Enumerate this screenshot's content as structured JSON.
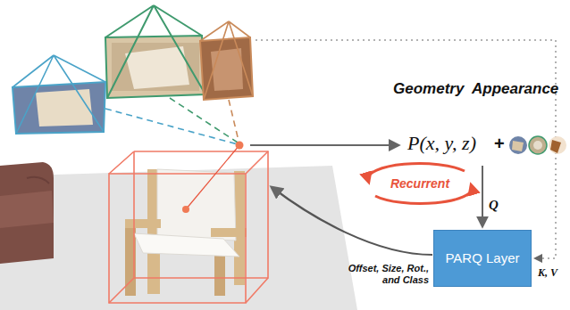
{
  "diagram": {
    "nodes": [
      {
        "text": [
          "PARQ Layer"
        ]
      }
    ],
    "labels": [
      "Geometry",
      "Appearance",
      "P(x, y, z)",
      "+",
      "Recurrent",
      "Q",
      "Offset, Size, Rot., and Class",
      "K, V"
    ]
  }
}
